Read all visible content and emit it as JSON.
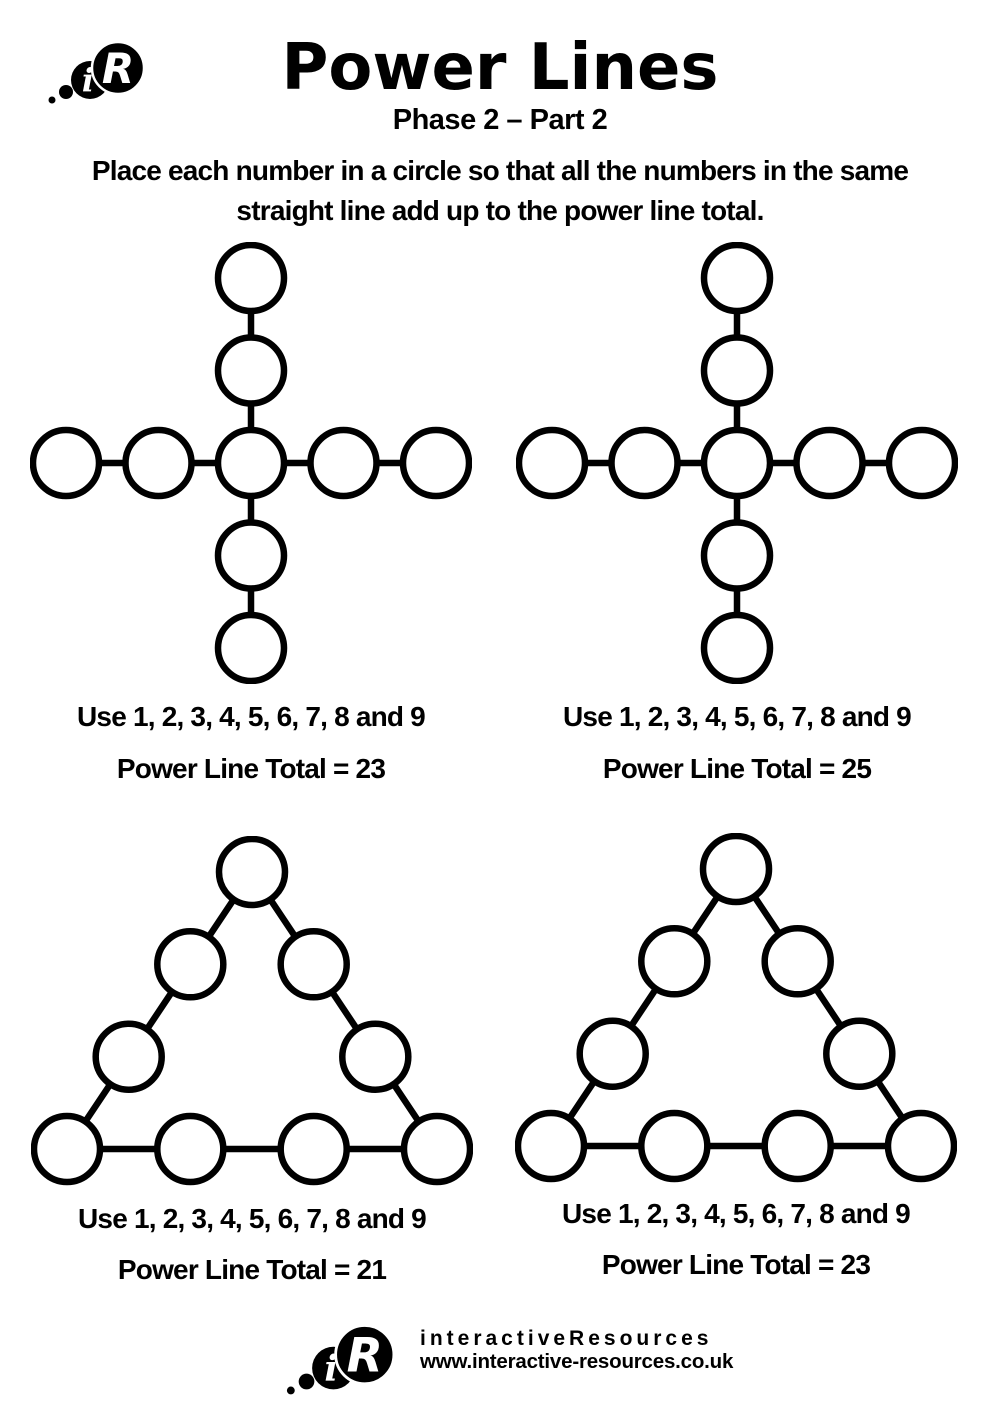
{
  "page": {
    "paper_color": "#ffffff",
    "ink_color": "#000000"
  },
  "logo": {
    "letter_i": "i",
    "letter_r": "R"
  },
  "header": {
    "title": "Power Lines",
    "subtitle": "Phase 2 – Part 2"
  },
  "instructions": {
    "line1": "Place each number in a circle so that all the numbers in the same",
    "line2": "straight line add up to the power line total."
  },
  "puzzles": [
    {
      "shape": "cross",
      "circles": 9,
      "use_label": "Use 1, 2, 3, 4, 5, 6, 7, 8 and 9",
      "total_label": "Power Line Total = 23"
    },
    {
      "shape": "cross",
      "circles": 9,
      "use_label": "Use 1, 2, 3, 4, 5, 6, 7, 8 and 9",
      "total_label": "Power Line Total = 25"
    },
    {
      "shape": "triangle",
      "circles": 9,
      "use_label": "Use 1, 2, 3, 4, 5, 6, 7, 8 and 9",
      "total_label": "Power Line Total = 21"
    },
    {
      "shape": "triangle",
      "circles": 9,
      "use_label": "Use 1, 2, 3, 4, 5, 6, 7, 8 and 9",
      "total_label": "Power Line Total = 23"
    }
  ],
  "footer": {
    "brand": "interactiveResources",
    "url": "www.interactive-resources.co.uk"
  }
}
